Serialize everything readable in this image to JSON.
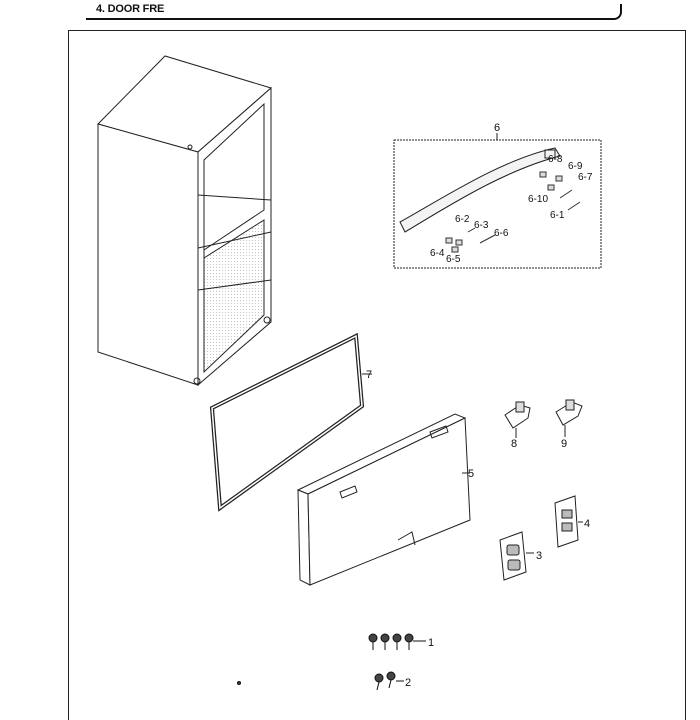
{
  "header": {
    "title": "4. DOOR FRE"
  },
  "labels": {
    "p1": "1",
    "p2": "2",
    "p3": "3",
    "p4": "4",
    "p5": "5",
    "p6": "6",
    "p7": "7",
    "p8": "8",
    "p9": "9",
    "p6_1": "6-1",
    "p6_2": "6-2",
    "p6_3": "6-3",
    "p6_4": "6-4",
    "p6_5": "6-5",
    "p6_6": "6-6",
    "p6_7": "6-7",
    "p6_8": "6-8",
    "p6_9": "6-9",
    "p6_10": "6-10"
  }
}
